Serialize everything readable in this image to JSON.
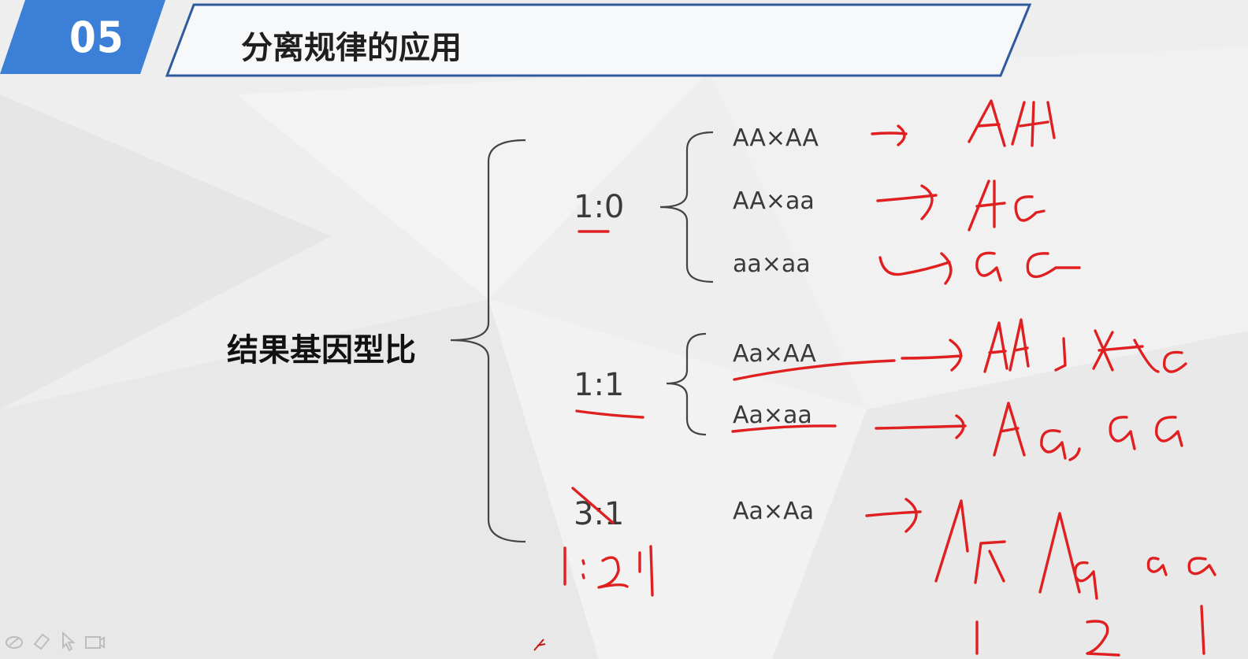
{
  "slide": {
    "number": "05",
    "title": "分离规律的应用",
    "root_label": "结果基因型比"
  },
  "groups": [
    {
      "ratio": "1:0",
      "crosses": [
        "AA×AA",
        "AA×aa",
        "aa×aa"
      ]
    },
    {
      "ratio": "1:1",
      "crosses": [
        "Aa×AA",
        "Aa×aa"
      ]
    },
    {
      "ratio": "3:1",
      "crosses": [
        "Aa×Aa"
      ]
    }
  ],
  "handwriting": {
    "results": [
      "AA",
      "Aa",
      "aa",
      "AA , Aa",
      "Aa , aa",
      "AA Aa aa"
    ],
    "correction": "1:2:1",
    "counts": [
      "1",
      "2",
      "1"
    ]
  },
  "toolbar": {
    "tools": [
      "pen-icon",
      "eraser-icon",
      "pointer-icon",
      "camera-icon"
    ]
  },
  "colors": {
    "accent": "#3c7fd6",
    "ink": "#e02020",
    "text": "#3a3a3a"
  }
}
